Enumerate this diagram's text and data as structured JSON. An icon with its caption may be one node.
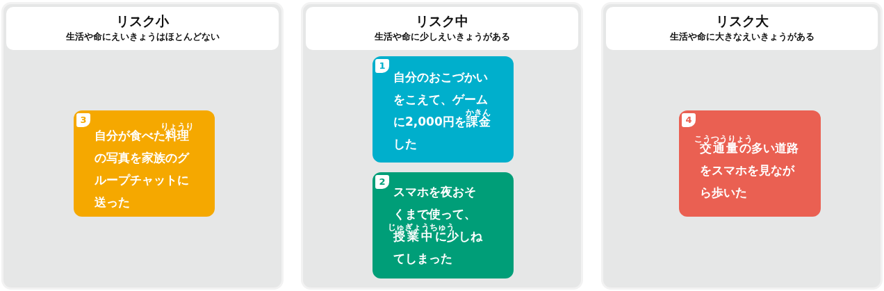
{
  "diagram": {
    "nodes": [
      {
        "text": [
          "リスク小",
          "生活や命にえいきょうはほとんどない"
        ]
      },
      {
        "text": [
          "3",
          "りょうり",
          "自分が食べた料理の写真を家族のグループチャットに送った"
        ],
        "in": 0
      },
      {
        "text": [
          "リスク中",
          "生活や命に少しえいきょうがある"
        ]
      },
      {
        "text": [
          "1",
          "自分のおこづかいをこえて、ゲームに2,000円を課金した",
          "かきん"
        ],
        "in": 2
      },
      {
        "text": [
          "2",
          "スマホを夜おそくまで使って、授業中に少しねてしまった",
          "じゅぎょうちゅう"
        ],
        "in": 2
      },
      {
        "text": [
          "リスク大",
          "生活や命に大きなえいきょうがある"
        ]
      },
      {
        "text": [
          "4",
          "こうつうりょう",
          "交通量の多い道路をスマホを見ながら歩いた"
        ],
        "in": 5
      }
    ]
  }
}
